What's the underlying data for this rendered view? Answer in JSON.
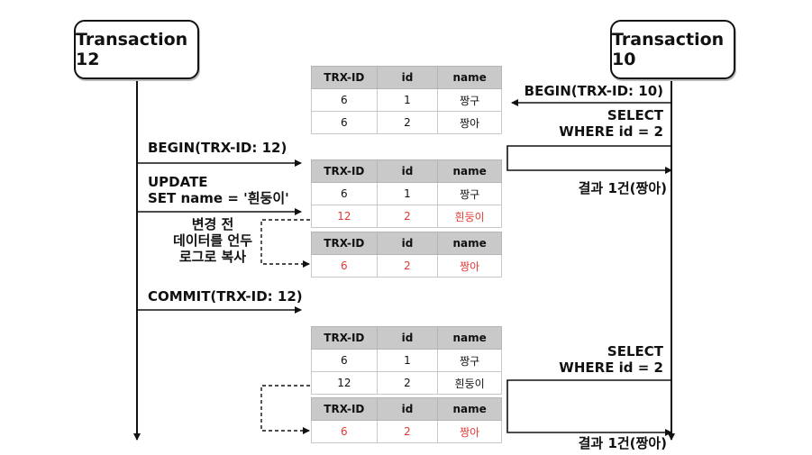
{
  "tx12": {
    "title": "Transaction 12"
  },
  "tx10": {
    "title": "Transaction 10"
  },
  "labels": {
    "begin12": "BEGIN(TRX-ID: 12)",
    "update_1": "UPDATE",
    "update_2": "SET name = '흰둥이'",
    "undo_1": "변경 전",
    "undo_2": "데이터를 언두",
    "undo_3": "로그로 복사",
    "commit12": "COMMIT(TRX-ID: 12)",
    "begin10": "BEGIN(TRX-ID: 10)",
    "select1_1": "SELECT",
    "select1_2": "WHERE id = 2",
    "result1": "결과 1건(짱아)",
    "select2_1": "SELECT",
    "select2_2": "WHERE id = 2",
    "result2": "결과 1건(짱아)"
  },
  "tables": {
    "t1": {
      "header": [
        "TRX-ID",
        "id",
        "name"
      ],
      "rows": [
        [
          "6",
          "1",
          "짱구"
        ],
        [
          "6",
          "2",
          "짱아"
        ]
      ]
    },
    "t2": {
      "header": [
        "TRX-ID",
        "id",
        "name"
      ],
      "rows": [
        [
          "6",
          "1",
          "짱구"
        ],
        [
          "12",
          "2",
          "흰둥이"
        ]
      ]
    },
    "t3": {
      "header": [
        "TRX-ID",
        "id",
        "name"
      ],
      "rows": [
        [
          "6",
          "2",
          "짱아"
        ]
      ]
    },
    "t4": {
      "header": [
        "TRX-ID",
        "id",
        "name"
      ],
      "rows": [
        [
          "6",
          "1",
          "짱구"
        ],
        [
          "12",
          "2",
          "흰둥이"
        ]
      ]
    },
    "t5": {
      "header": [
        "TRX-ID",
        "id",
        "name"
      ],
      "rows": [
        [
          "6",
          "2",
          "짱아"
        ]
      ]
    }
  },
  "colors": {
    "highlight": "#e53935",
    "header_bg": "#c9c9c9",
    "line": "#111111"
  }
}
